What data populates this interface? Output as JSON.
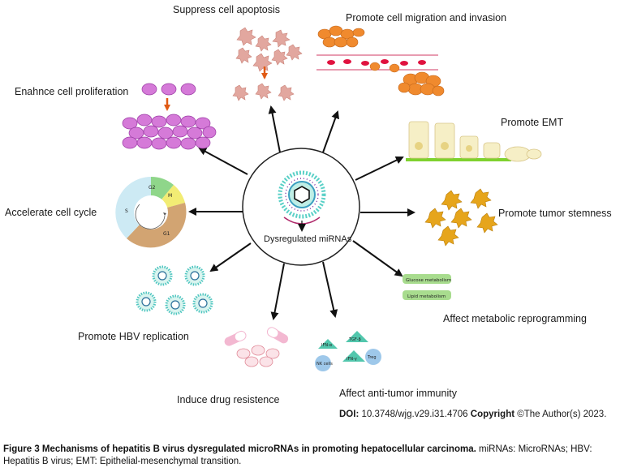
{
  "center": {
    "label": "Dysregulated miRNAs"
  },
  "effects": [
    {
      "id": "apoptosis",
      "label": "Suppress cell apoptosis"
    },
    {
      "id": "migration",
      "label": "Promote cell migration and invasion"
    },
    {
      "id": "proliferation",
      "label": "Enahnce cell proliferation"
    },
    {
      "id": "emt",
      "label": "Promote EMT"
    },
    {
      "id": "cell_cycle",
      "label": "Accelerate cell cycle"
    },
    {
      "id": "stemness",
      "label": "Promote tumor stemness"
    },
    {
      "id": "hbv",
      "label": "Promote HBV replication"
    },
    {
      "id": "metabolic",
      "label": "Affect metabolic reprogramming"
    },
    {
      "id": "drug",
      "label": "Induce drug resistence"
    },
    {
      "id": "immunity",
      "label": "Affect anti-tumor immunity"
    }
  ],
  "cell_cycle_phases": [
    "G2",
    "M",
    "S",
    "G1"
  ],
  "metabolism_boxes": [
    "Glucose metabolism",
    "Lipid metabolism"
  ],
  "immune_labels": [
    "IFN-α",
    "TGF-β",
    "NK cells",
    "IFN-γ",
    "Treg"
  ],
  "doi": {
    "label": "DOI:",
    "value": "10.3748/wjg.v29.i31.4706",
    "copyright_label": "Copyright",
    "copyright_text": "©The Author(s) 2023."
  },
  "caption": {
    "bold": "Figure 3 Mechanisms of hepatitis B virus dysregulated microRNAs in promoting hepatocellular carcinoma.",
    "rest": "miRNAs: MicroRNAs; HBV: Hepatitis B virus; EMT: Epithelial-mesenchymal transition."
  },
  "colors": {
    "arrow": "#111111",
    "purple_cell": "#d57ad8",
    "orange_cell": "#f08a2e",
    "pink_apoptosis": "#e2a79f",
    "gold_stem": "#e6a51c",
    "green_metabolism": "#a8dc8e",
    "emt_green": "#7fd12e",
    "virus_teal": "#4fc6c0",
    "down_arrow": "#e05a14"
  }
}
